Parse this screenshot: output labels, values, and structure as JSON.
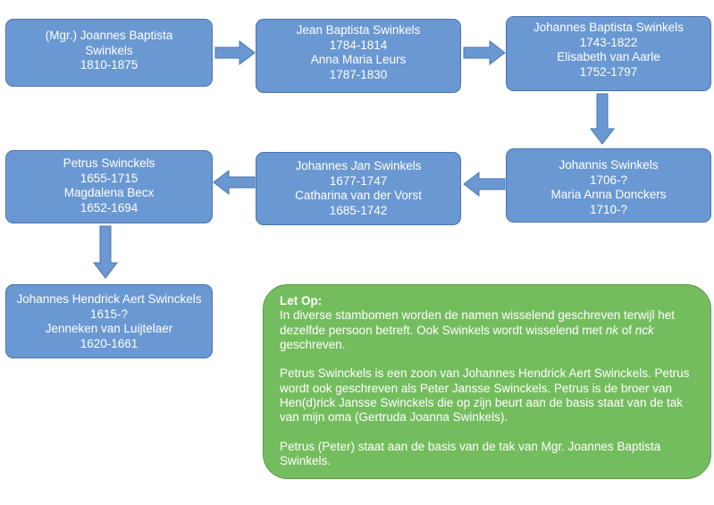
{
  "boxes": {
    "b1": {
      "lines": [
        "(Mgr.) Joannes Baptista",
        "Swinkels",
        "1810-1875"
      ]
    },
    "b2": {
      "lines": [
        "Jean Baptista Swinkels",
        "1784-1814",
        "Anna Maria Leurs",
        "1787-1830"
      ]
    },
    "b3": {
      "lines": [
        "Johannes Baptista Swinkels",
        "1743-1822",
        "Elisabeth van Aarle",
        "1752-1797"
      ]
    },
    "b4": {
      "lines": [
        "Johannis Swinkels",
        "1706-?",
        "Maria Anna Donckers",
        "1710-?"
      ]
    },
    "b5": {
      "pre": "Johannes ",
      "italic": "Jan",
      "post": " Swinkels",
      "lines": [
        "1677-1747",
        "Catharina van der Vorst",
        "1685-1742"
      ]
    },
    "b6": {
      "lines": [
        "Petrus Swinckels",
        "1655-1715",
        "Magdalena Becx",
        "1652-1694"
      ]
    },
    "b7": {
      "lines": [
        "Johannes Hendrick Aert Swinckels",
        "1615-?",
        "Jenneken van Luijtelaer",
        "1620-1661"
      ]
    }
  },
  "note": {
    "title": "Let Op:",
    "p1_a": "In diverse stambomen worden de namen wisselend geschreven terwijl het dezelfde persoon betreft. Ook Swinkels wordt wisselend met ",
    "p1_nk": "nk",
    "p1_of": " of ",
    "p1_nck": "nck",
    "p1_b": " geschreven.",
    "p2": "Petrus Swinckels is een zoon van Johannes Hendrick Aert Swinckels. Petrus wordt ook geschreven als Peter Jansse Swinckels. Petrus is de broer van Hen(d)rick Jansse Swinckels die op zijn beurt aan de basis staat van de tak van mijn oma (Gertruda Joanna Swinkels).",
    "p3": "Petrus (Peter) staat aan de basis van de tak van Mgr. Joannes Baptista Swinkels."
  },
  "colors": {
    "box_fill": "#6a98d2",
    "box_border": "#4a74ad",
    "note_fill": "#74bd5e"
  }
}
